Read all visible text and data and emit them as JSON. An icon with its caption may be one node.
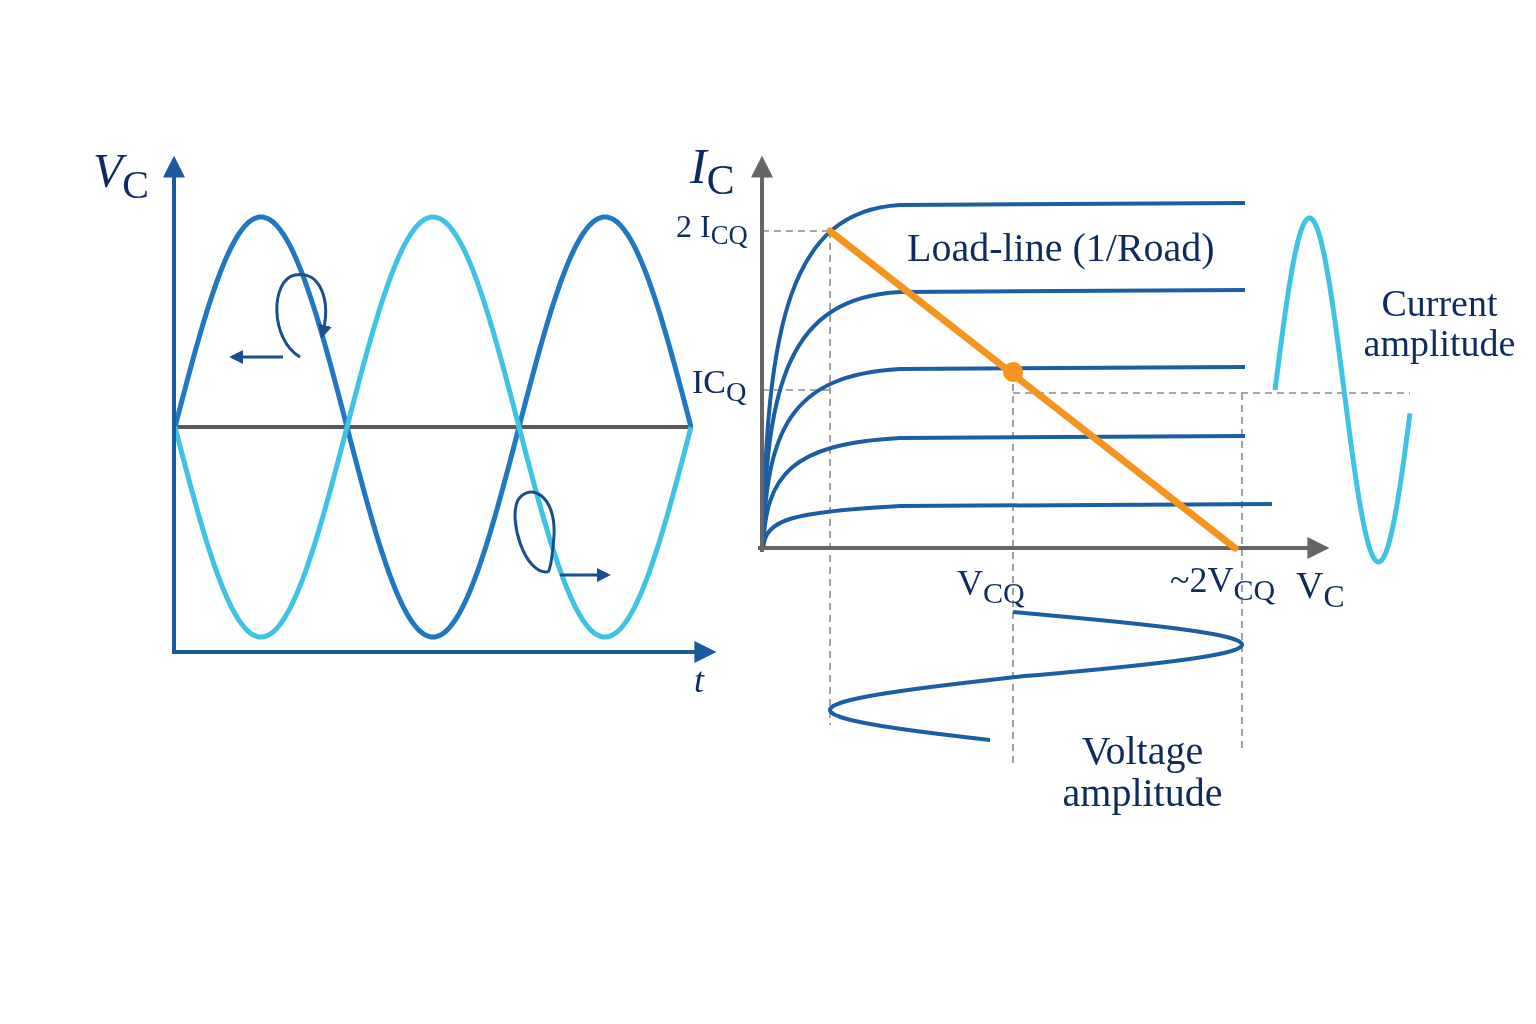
{
  "diagram": {
    "labels": [
      "*V*$_{C}$",
      "*I*$_{C}$",
      "2 I$_{CQ}$",
      "Load-line (1/Road)",
      "Current amplitude",
      "IC$_{Q}$",
      "V$_{CQ}$",
      "~2V$_{CQ}$",
      "V$_{C}$",
      "t",
      "Voltage amplitude"
    ]
  }
}
